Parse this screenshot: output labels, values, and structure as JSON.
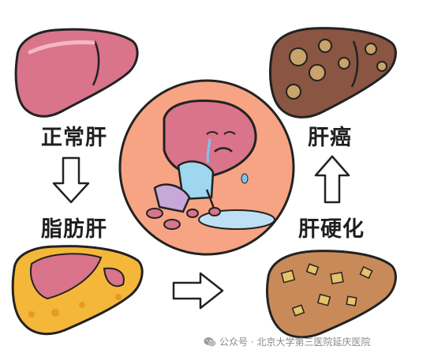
{
  "stages": {
    "normal": "正常肝",
    "fatty": "脂肪肝",
    "cirrhosis": "肝硬化",
    "cancer": "肝癌"
  },
  "watermark": "公众号 · 北京大学第三医院延庆医院",
  "icons": {
    "watermark": "wechat-icon",
    "center": "crying-liver-icon"
  },
  "colors": {
    "liver_pink": "#d9748a",
    "liver_shadow": "#b3566c",
    "fat_yellow": "#f4b73a",
    "cirrhosis_tan": "#c98a5a",
    "cancer_brown": "#8a5542",
    "circle_bg": "#f6a484",
    "outline": "#222222"
  }
}
